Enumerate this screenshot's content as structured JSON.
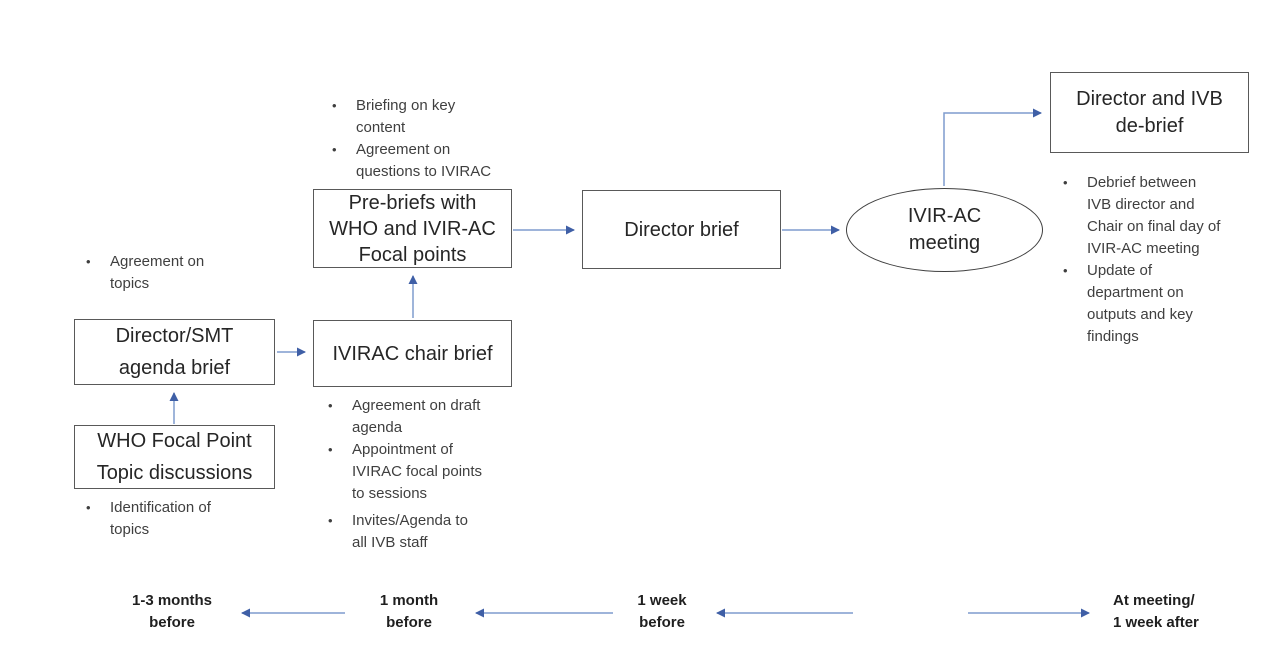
{
  "diagram": {
    "bullet_glyph": "•",
    "boxes": {
      "who_focal_point": "WHO Focal Point\nTopic discussions",
      "director_smt": "Director/SMT\nagenda brief",
      "ivirac_chair": "IVIRAC chair brief",
      "pre_briefs": "Pre-briefs with\nWHO and IVIR-AC\nFocal points",
      "director_brief": "Director brief",
      "ivir_ac_meeting": "IVIR-AC\nmeeting",
      "director_ivb_debrief": "Director and IVB\nde-brief"
    },
    "notes": {
      "agreement_topics": [
        "Agreement on\ntopics"
      ],
      "identification_topics": [
        "Identification of\ntopics"
      ],
      "pre_brief_notes": [
        "Briefing on key\ncontent",
        "Agreement on\nquestions to IVIRAC"
      ],
      "chair_brief_notes": [
        "Agreement on draft\nagenda",
        "Appointment of\nIVIRAC focal points\nto sessions"
      ],
      "invites_notes": [
        "Invites/Agenda to\nall IVB staff"
      ],
      "debrief_notes": [
        "Debrief between\nIVB director and\nChair on final day of\nIVIR-AC meeting",
        "Update of\ndepartment on\noutputs and key\nfindings"
      ]
    },
    "timeline_labels": [
      "1-3 months\nbefore",
      "1 month\nbefore",
      "1 week\nbefore",
      "At meeting/\n1 week after"
    ],
    "colors": {
      "arrow_line": "#7f9ccd",
      "arrow_head": "#3f5fa6",
      "box_border": "#595959",
      "ellipse_border": "#404040",
      "box_text": "#262626",
      "note_text": "#3f3f3f",
      "timeline_text": "#1f1f1f",
      "background": "#ffffff"
    }
  }
}
